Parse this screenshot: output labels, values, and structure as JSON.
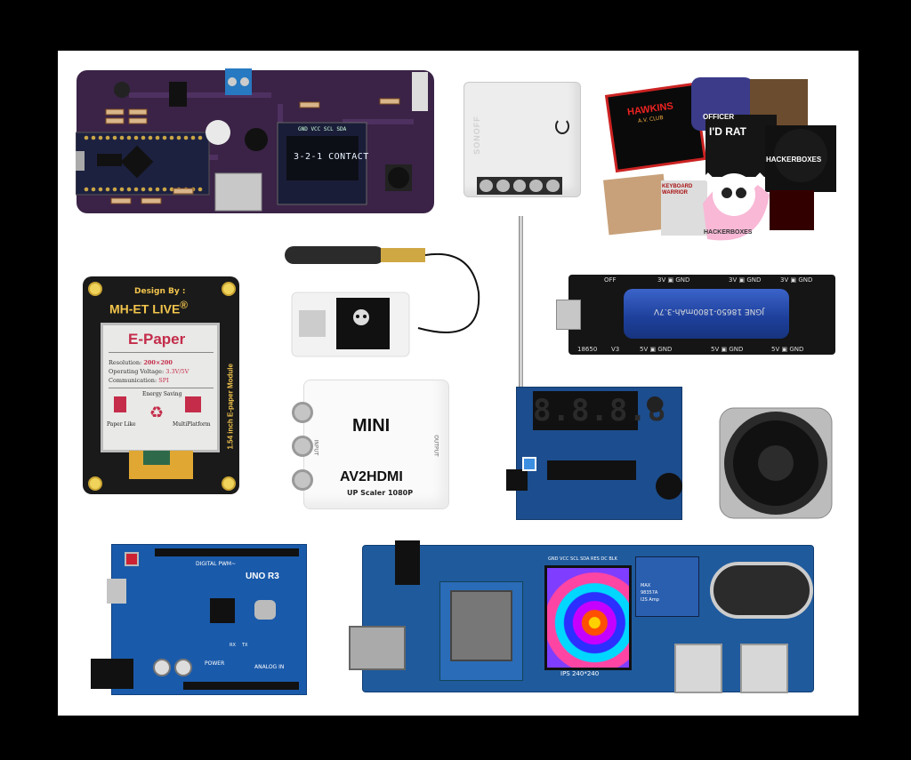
{
  "oled": {
    "pins": "GND VCC SCL SDA",
    "text": "3-2-1 CONTACT"
  },
  "epaper": {
    "brand_line1": "Design By :",
    "brand_line2": "MH-ET LIVE",
    "brand_mark": "®",
    "title": "E-Paper",
    "spec1_label": "Resolution:",
    "spec1_value": "200×200",
    "spec2_label": "Operating Voltage:",
    "spec2_value": "3.3V/5V",
    "spec3_label": "Communication:",
    "spec3_value": "SPI",
    "f1": "Paper Like",
    "f2": "Energy Saving",
    "f3": "MultiPlatform",
    "side": "1.54 inch E-paper Module"
  },
  "sonoff": {
    "brand": "SONOFF"
  },
  "stickers": {
    "hawkins1": "HAWKINS",
    "hawkins2": "A.V. CLUB",
    "officer": "OFFICER",
    "idrat": "I'D RAT",
    "hb1": "HACKERBOXES",
    "hb2": "HACKERBOXES",
    "keyboard": "KEYBOARD WARRIOR"
  },
  "av": {
    "mini": "MINI",
    "model": "AV2HDMI",
    "scaler": "UP Scaler 1080P",
    "input": "INPUT",
    "output": "OUTPUT"
  },
  "battery": {
    "label": "JGNE 18650-1800mAh-3.7V",
    "tl": "OFF",
    "t2": "3V",
    "t2b": "GND",
    "t3": "3V",
    "t3b": "GND",
    "t4": "3V",
    "t4b": "GND",
    "bl": "18650",
    "bv": "V3",
    "b2": "5V",
    "b2b": "GND",
    "b3": "5V",
    "b3b": "GND",
    "b4": "5V",
    "b4b": "GND"
  },
  "clock": {
    "digits": "8.8.8.8"
  },
  "uno": {
    "model": "UNO R3",
    "digital": "DIGITAL PWM~",
    "power": "POWER",
    "analog": "ANALOG IN",
    "rx": "RX",
    "tx": "TX"
  },
  "esp": {
    "pins": "GND VCC SCL SDA RES DC BLK",
    "ips": "IPS 240*240",
    "amp1": "MAX",
    "amp2": "98357A",
    "amp3": "I2S Amp"
  }
}
